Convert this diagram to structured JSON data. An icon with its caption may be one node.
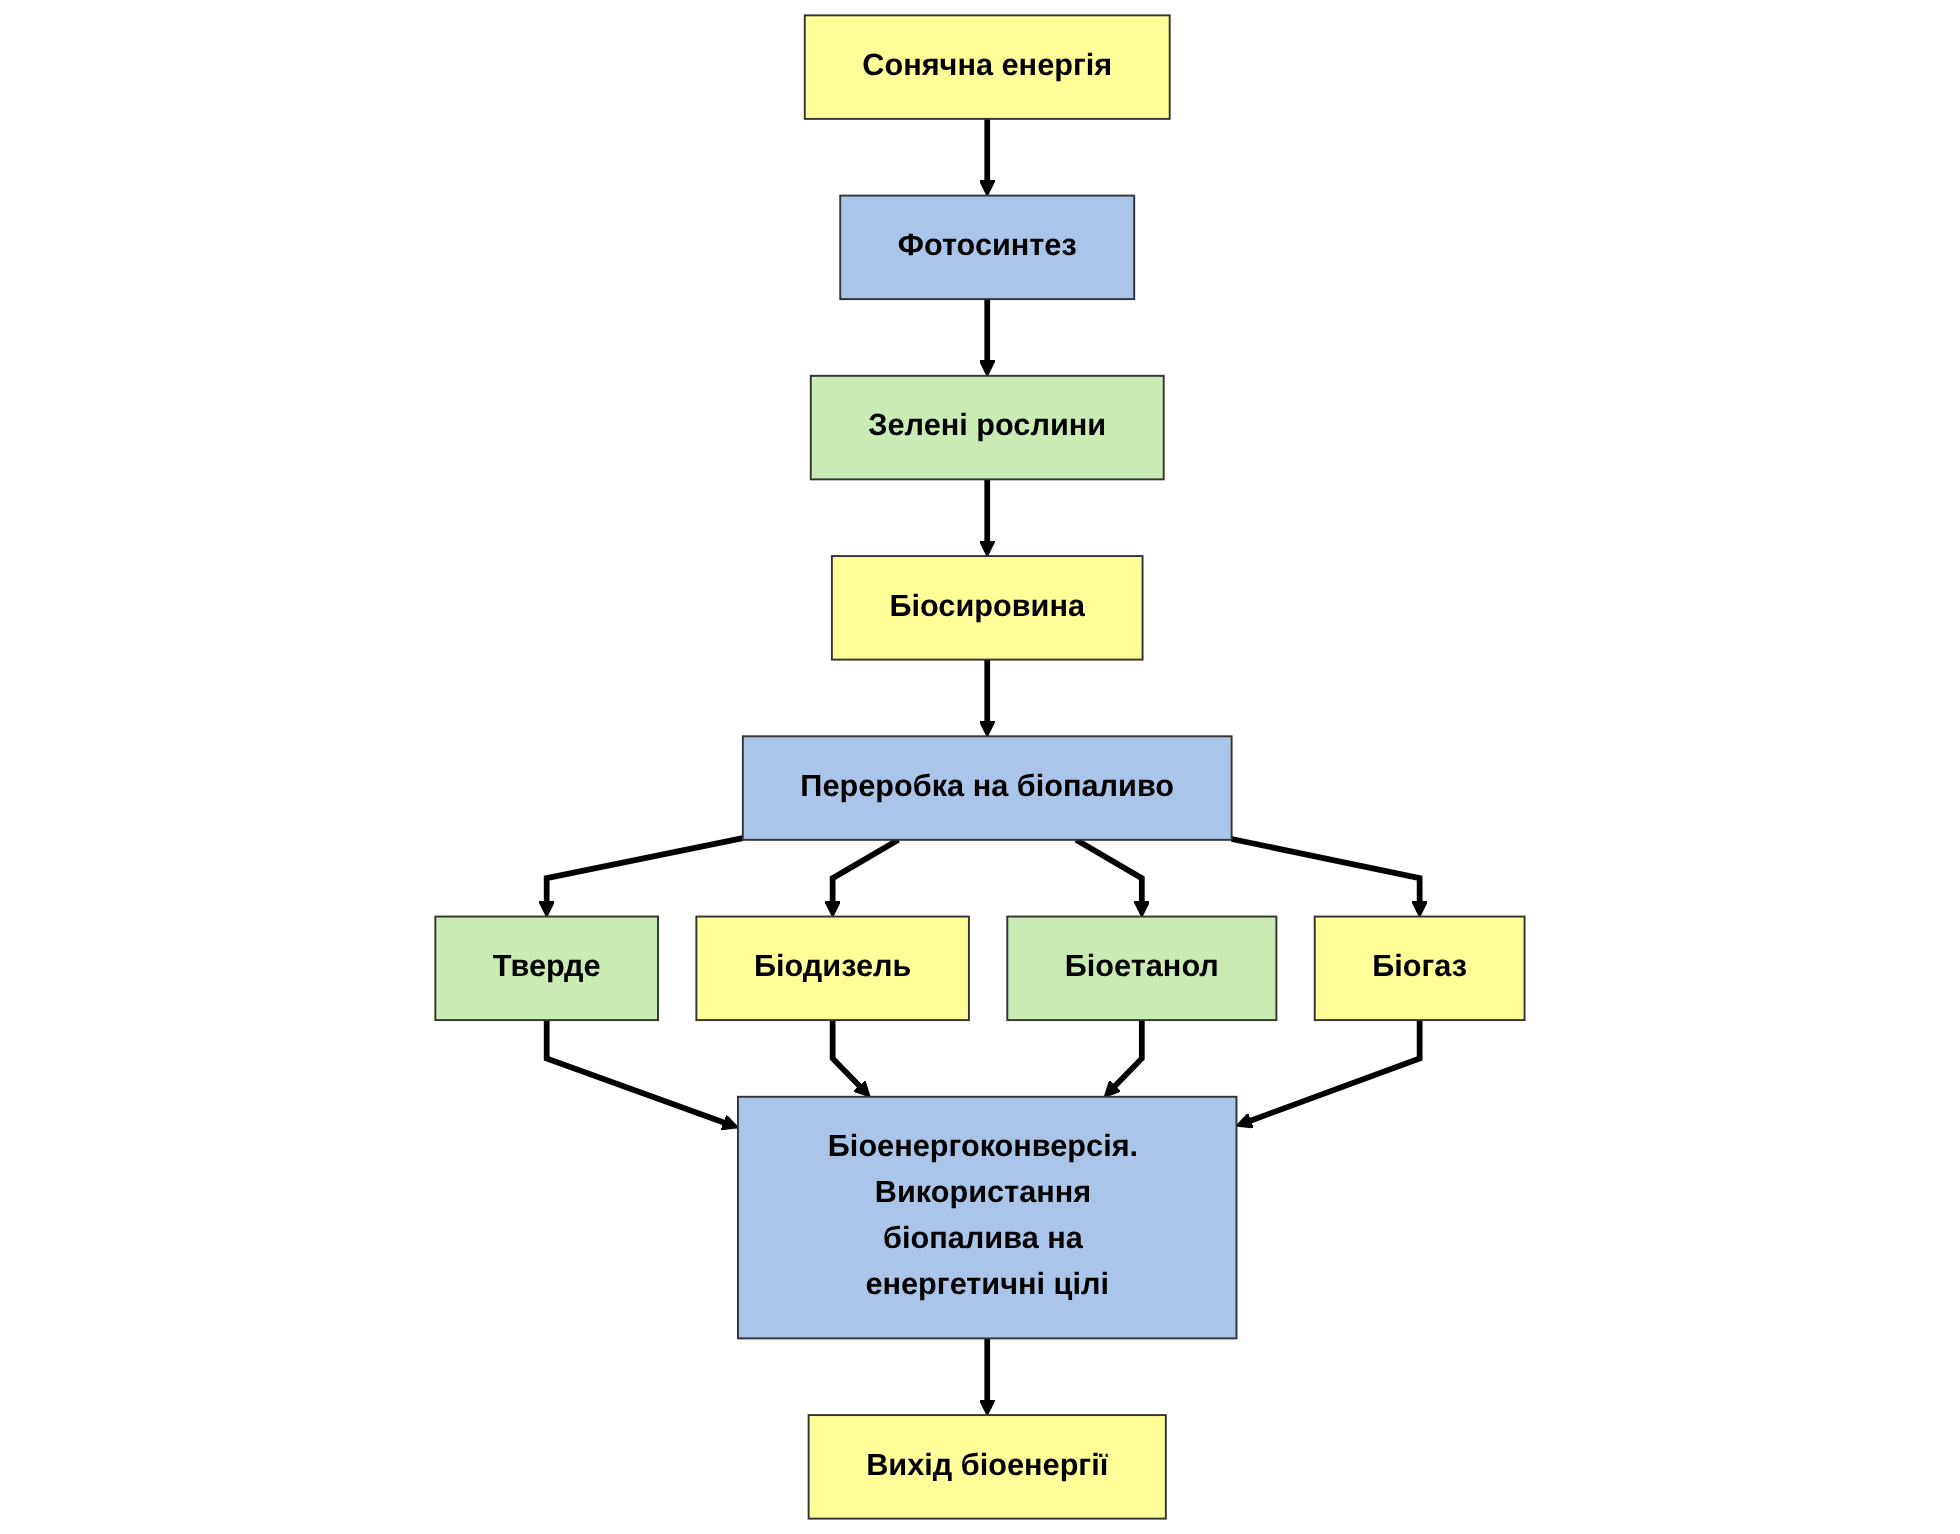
{
  "diagram": {
    "nodes": [
      {
        "text": [
          "Сонячна енергія"
        ]
      },
      {
        "text": [
          "Фотосинтез"
        ]
      },
      {
        "text": [
          "Зелені рослини"
        ]
      },
      {
        "text": [
          "Біосировина"
        ]
      },
      {
        "text": [
          "Переробка на біопаливо"
        ]
      },
      {
        "text": [
          "Тверде"
        ]
      },
      {
        "text": [
          "Біодизель"
        ]
      },
      {
        "text": [
          "Біоетанол"
        ]
      },
      {
        "text": [
          "Біогаз"
        ]
      },
      {
        "text": [
          "Біоенергоконверсія. Використання біопалива на енергетичні цілі"
        ]
      },
      {
        "text": [
          "Вихід біоенергії"
        ]
      }
    ],
    "edges": [
      {
        "from": 0,
        "to": 1,
        "arrow": "to"
      },
      {
        "from": 1,
        "to": 2,
        "arrow": "to"
      },
      {
        "from": 2,
        "to": 3,
        "arrow": "to"
      },
      {
        "from": 3,
        "to": 4,
        "arrow": "to"
      },
      {
        "from": 4,
        "to": 5,
        "arrow": "to"
      },
      {
        "from": 4,
        "to": 6,
        "arrow": "to"
      },
      {
        "from": 4,
        "to": 7,
        "arrow": "to"
      },
      {
        "from": 4,
        "to": 8,
        "arrow": "to"
      },
      {
        "from": 5,
        "to": 9,
        "arrow": "to"
      },
      {
        "from": 6,
        "to": 9,
        "arrow": "to"
      },
      {
        "from": 7,
        "to": 9,
        "arrow": "to"
      },
      {
        "from": 8,
        "to": 9,
        "arrow": "to"
      },
      {
        "from": 9,
        "to": 10,
        "arrow": "to"
      }
    ]
  }
}
